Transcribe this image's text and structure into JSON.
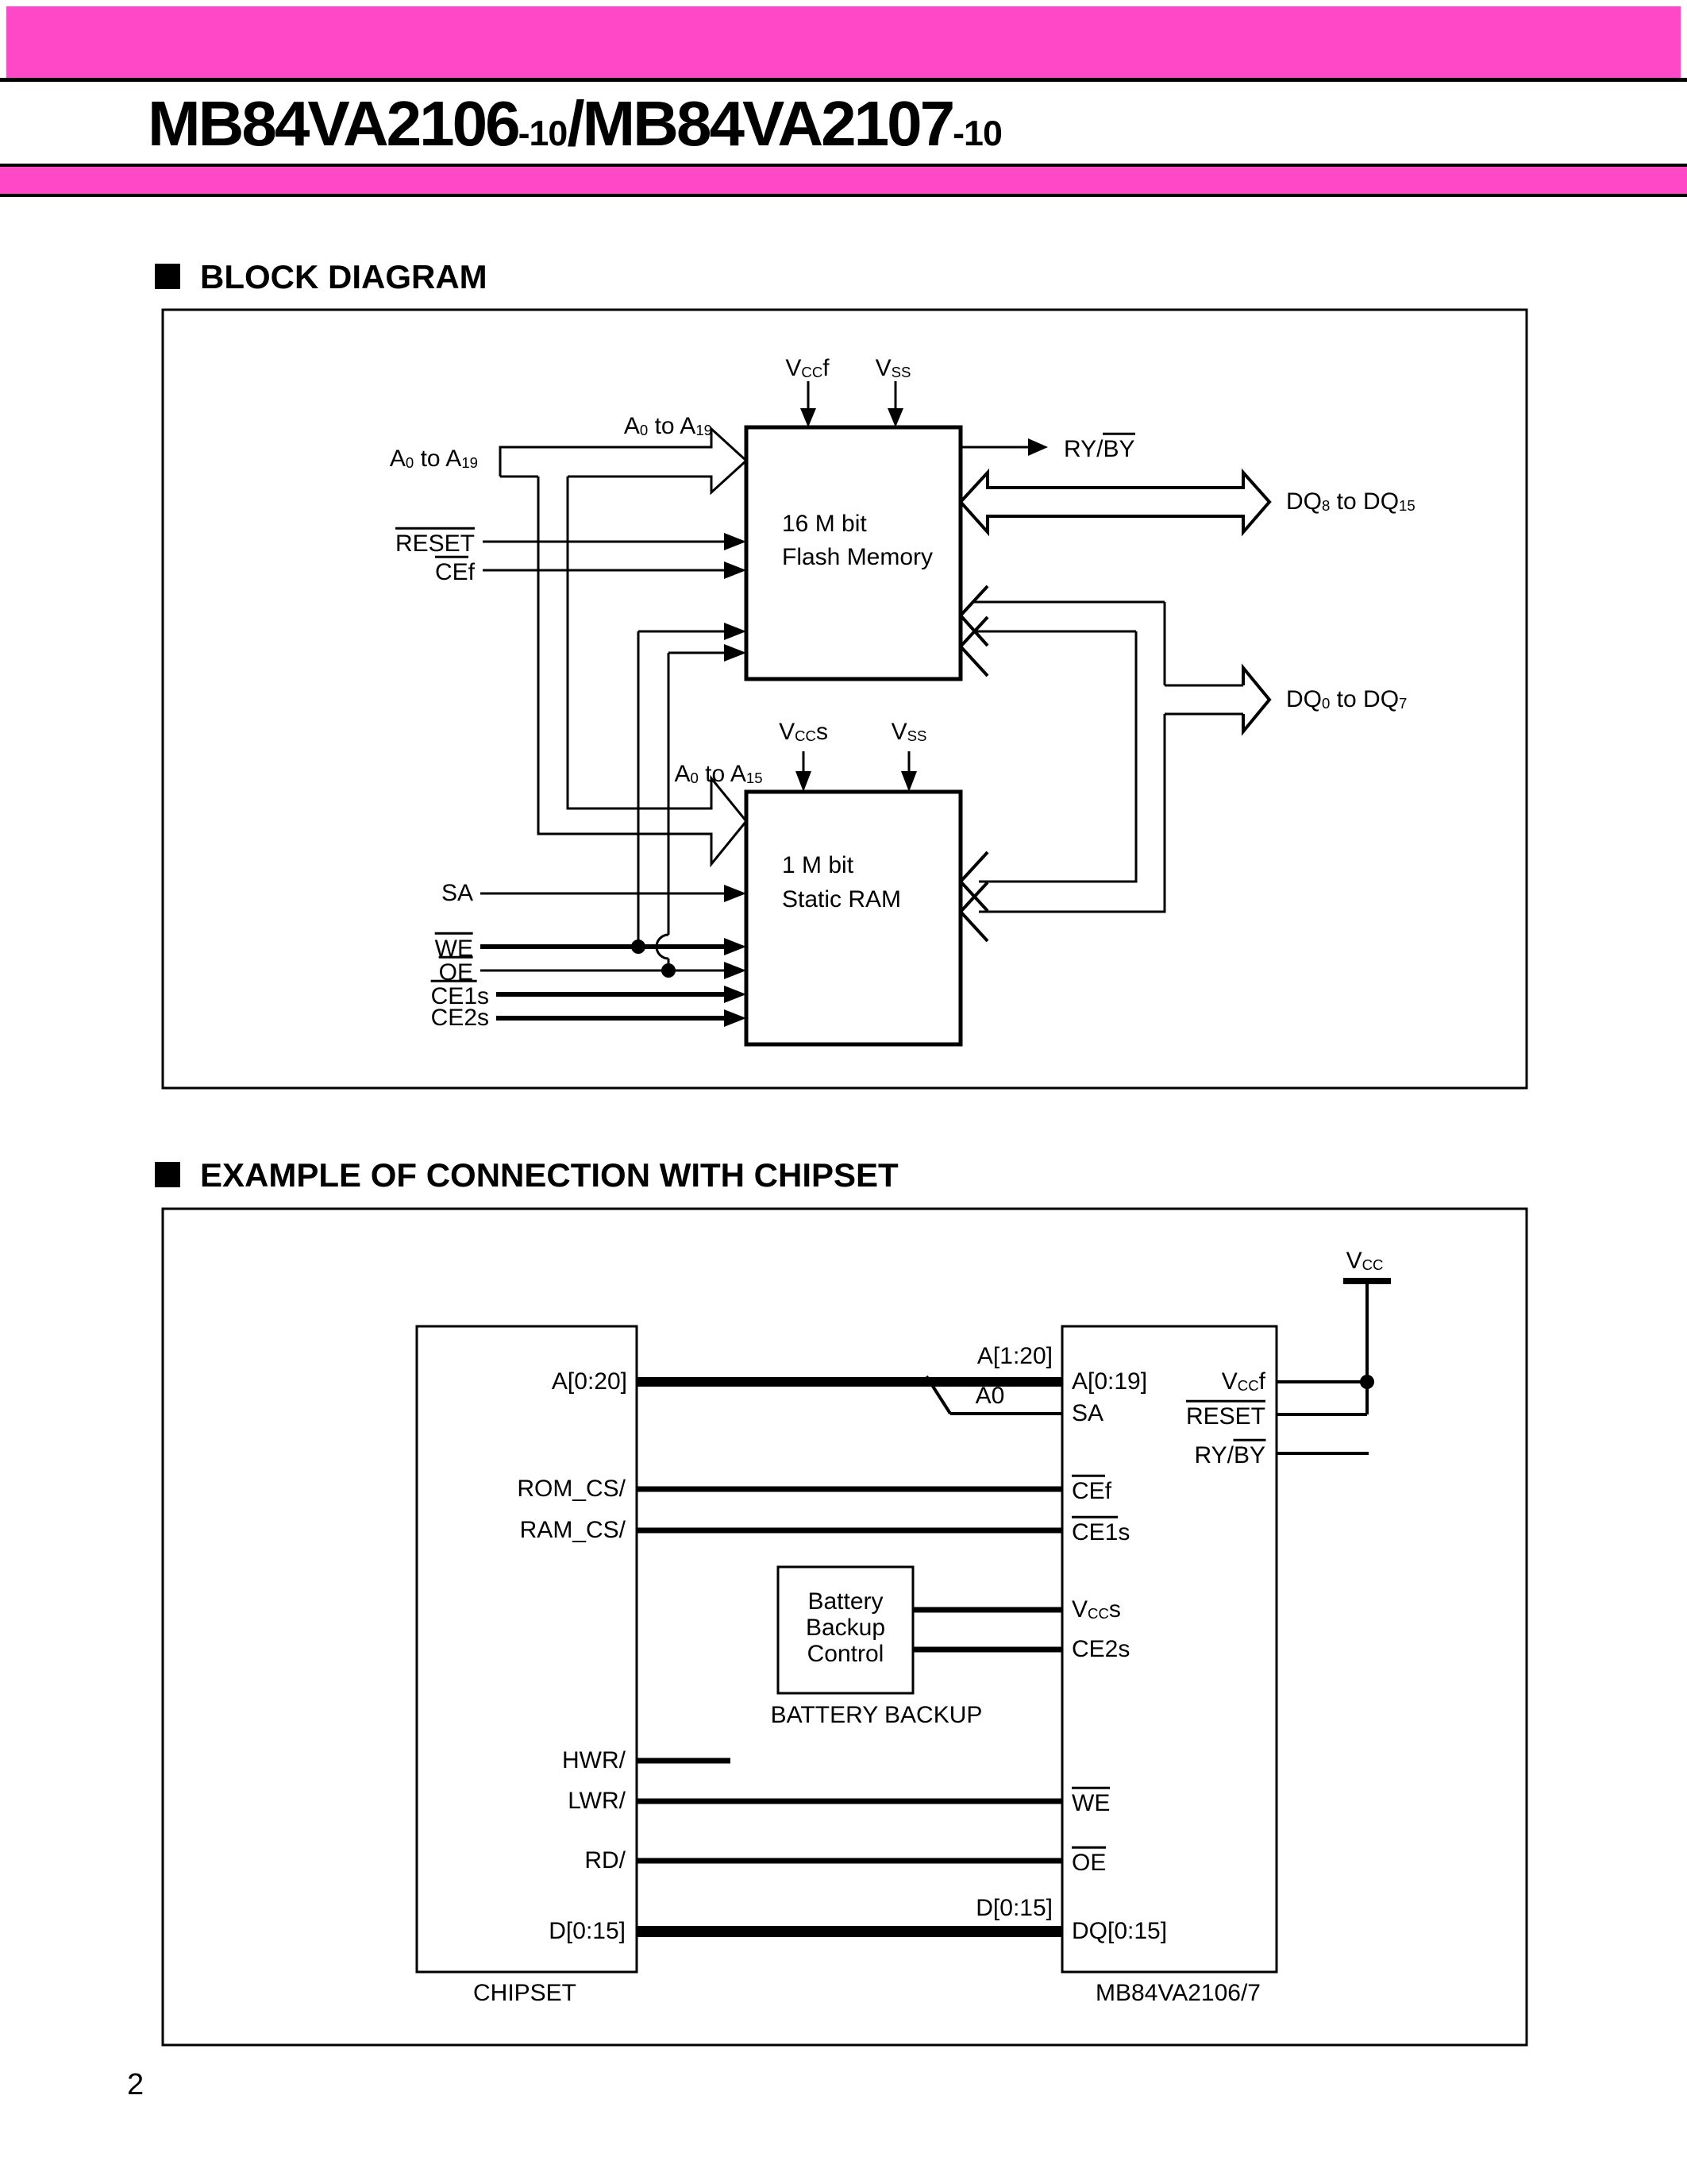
{
  "colors": {
    "pink": "#ff48c8",
    "ink": "#000000"
  },
  "page": {
    "number": "2"
  },
  "header": {
    "title": [
      [
        "t",
        "MB84VA2106"
      ],
      [
        "x",
        "-10"
      ],
      [
        "t",
        "/MB84VA2107"
      ],
      [
        "x",
        "-10"
      ]
    ]
  },
  "sections": {
    "block_diagram": "BLOCK DIAGRAM",
    "chipset_example": "EXAMPLE OF CONNECTION WITH CHIPSET"
  },
  "bd": {
    "flash_line1": "16 M bit",
    "flash_line2": "Flash Memory",
    "ram_line1": "1 M bit",
    "ram_line2": "Static RAM",
    "labels": {
      "vccf": [
        [
          "t",
          "V"
        ],
        [
          "s",
          "CC"
        ],
        [
          "t",
          "f"
        ]
      ],
      "vss_flash": [
        [
          "t",
          "V"
        ],
        [
          "s",
          "SS"
        ]
      ],
      "vccs": [
        [
          "t",
          "V"
        ],
        [
          "s",
          "CC"
        ],
        [
          "t",
          "s"
        ]
      ],
      "vss_ram": [
        [
          "t",
          "V"
        ],
        [
          "s",
          "SS"
        ]
      ],
      "a_bus_left": [
        [
          "t",
          "A"
        ],
        [
          "s",
          "0"
        ],
        [
          "t",
          " to A"
        ],
        [
          "s",
          "19"
        ]
      ],
      "a_bus_top": [
        [
          "t",
          "A"
        ],
        [
          "s",
          "0"
        ],
        [
          "t",
          " to A"
        ],
        [
          "s",
          "19"
        ]
      ],
      "a_bus_ram": [
        [
          "t",
          "A"
        ],
        [
          "s",
          "0"
        ],
        [
          "t",
          " to A"
        ],
        [
          "s",
          "15"
        ]
      ],
      "reset": [
        [
          "o",
          "RESET"
        ]
      ],
      "cef": [
        [
          "o",
          "CE"
        ],
        [
          "t",
          "f"
        ]
      ],
      "ryby": [
        [
          "t",
          "RY/"
        ],
        [
          "o",
          "BY"
        ]
      ],
      "dq_high": [
        [
          "t",
          "DQ"
        ],
        [
          "s",
          "8"
        ],
        [
          "t",
          " to DQ"
        ],
        [
          "s",
          "15"
        ]
      ],
      "dq_low": [
        [
          "t",
          "DQ"
        ],
        [
          "s",
          "0"
        ],
        [
          "t",
          " to DQ"
        ],
        [
          "s",
          "7"
        ]
      ],
      "sa": "SA",
      "we": [
        [
          "o",
          "WE"
        ]
      ],
      "oe": [
        [
          "o",
          "OE"
        ]
      ],
      "ce1s": [
        [
          "o",
          "CE1"
        ],
        [
          "t",
          "s"
        ]
      ],
      "ce2s": "CE2s"
    }
  },
  "cn": {
    "labels": {
      "a020": "A[0:20]",
      "a120": "A[1:20]",
      "a0": "A0",
      "a019": "A[0:19]",
      "sa": "SA",
      "vcc": [
        [
          "t",
          "V"
        ],
        [
          "s",
          "CC"
        ]
      ],
      "vccf": [
        [
          "t",
          "V"
        ],
        [
          "s",
          "CC"
        ],
        [
          "t",
          "f"
        ]
      ],
      "reset": [
        [
          "o",
          "RESET"
        ]
      ],
      "ryby": [
        [
          "t",
          "RY/"
        ],
        [
          "o",
          "BY"
        ]
      ],
      "rom_cs": "ROM_CS/",
      "ram_cs": "RAM_CS/",
      "cef": [
        [
          "o",
          "CE"
        ],
        [
          "t",
          "f"
        ]
      ],
      "ce1s": [
        [
          "o",
          "CE1"
        ],
        [
          "t",
          "s"
        ]
      ],
      "vccs": [
        [
          "t",
          "V"
        ],
        [
          "s",
          "CC"
        ],
        [
          "t",
          "s"
        ]
      ],
      "ce2s": "CE2s",
      "bat1": "Battery",
      "bat2": "Backup",
      "bat3": "Control",
      "bat_caption": "BATTERY BACKUP",
      "hwr": "HWR/",
      "lwr": "LWR/",
      "rd": "RD/",
      "we": [
        [
          "o",
          "WE"
        ]
      ],
      "oe": [
        [
          "o",
          "OE"
        ]
      ],
      "d015": "D[0:15]",
      "d015_bus": "D[0:15]",
      "dq015": "DQ[0:15]",
      "chipset": "CHIPSET",
      "device": "MB84VA2106/7"
    }
  }
}
